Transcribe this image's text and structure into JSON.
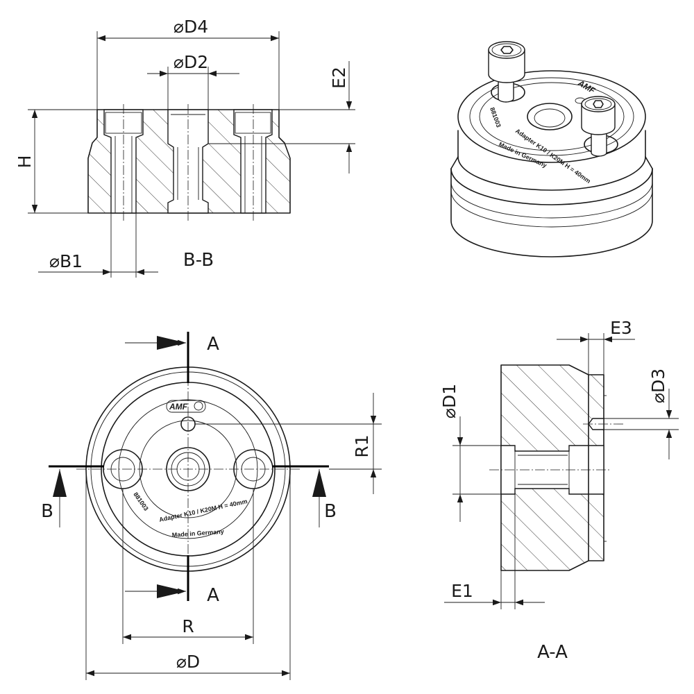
{
  "dimensions": {
    "d4": "⌀D4",
    "d2": "⌀D2",
    "e2": "E2",
    "h": "H",
    "b1": "⌀B1",
    "r1": "R1",
    "r": "R",
    "d": "⌀D",
    "e3": "E3",
    "d3": "⌀D3",
    "d1": "⌀D1",
    "e1": "E1"
  },
  "views": {
    "section_bb": "B-B",
    "section_aa": "A-A",
    "cut_a_top": "A",
    "cut_a_bottom": "A",
    "cut_b_left": "B",
    "cut_b_right": "B"
  },
  "engraving": {
    "logo": "AMF",
    "part_number": "881003",
    "description": "Adapter K10 / K20M  H = 40mm",
    "origin": "Made in Germany"
  },
  "colors": {
    "line": "#1a1a1a",
    "background": "#ffffff"
  }
}
